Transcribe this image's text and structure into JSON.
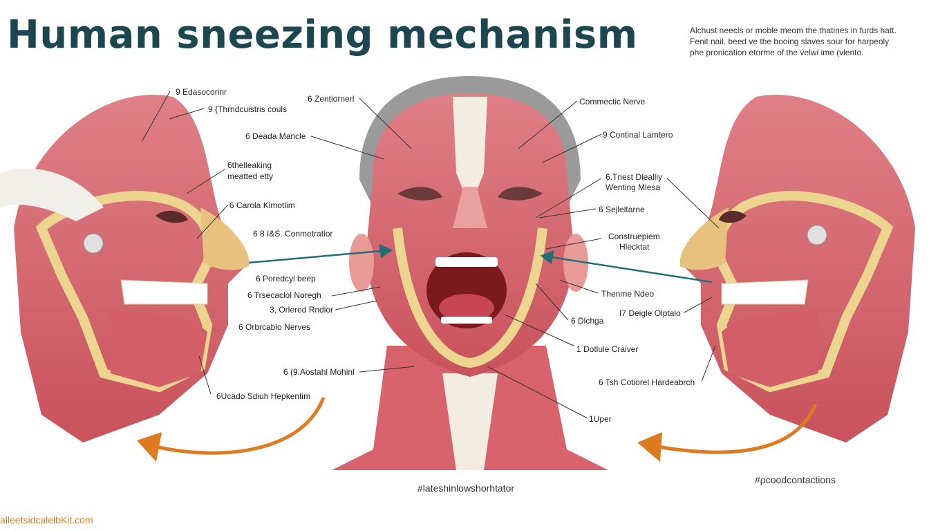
{
  "title": "Human sneezing mechanism",
  "intro_lines": [
    "Alchust neecls or moble meom the thatines in furds hatt.",
    "Fenit nail. beed ve the booing slaves sour for harpeoly",
    "phe pronication etorme of the velwi ime (vlento."
  ],
  "labels": {
    "l1": "9 Edasocorinr",
    "l2": "9 {Thrndcuistris couls",
    "l3": "6 Deada Mancle",
    "l4a": "6thelleaking",
    "l4b": "meatted etty",
    "l5": "6 Carola Kimotlim",
    "l6": "6 8 I&S. Conmetratior",
    "l7": "6 Poredcyl beep",
    "l8": "6 Trsecaclol Noregh",
    "l9": "3, Orlered Rndior",
    "l10": "6 Orbrcablo Nerves",
    "l11": "6 (9.Aostahl Mohinl",
    "l12": "6Ucado Sdiuh Hepkentim",
    "c1": "6 Zentiornerl",
    "r1": "Commectic Nerve",
    "r2": "9 Continal Lamtero",
    "r3a": "6.Tnest Dlealliy",
    "r3b": "Wenting Mlesa",
    "r4": "6 Sejleltarne",
    "r5a": "Construepiem",
    "r5b": "Hlecktat",
    "r6": "Thenme Ndeo",
    "r7": "6 Dlchga",
    "r8": "I7 Deigle Olptalo",
    "r9": "1 Dotlule Craiver",
    "r10": "6 Tsh Cotiorel Hardeabrch",
    "r11": "1Uper"
  },
  "hashtag_center": "#lateshinlowshorhtator",
  "hashtag_right": "#ρcoodcontactions",
  "source": "alleetsidcalelbKit.com",
  "colors": {
    "title": "#1c4650",
    "muscle": "#d9666f",
    "bone": "#ecd58e",
    "arrow_orange": "#e07a1e",
    "arrow_teal": "#1f6f78"
  }
}
